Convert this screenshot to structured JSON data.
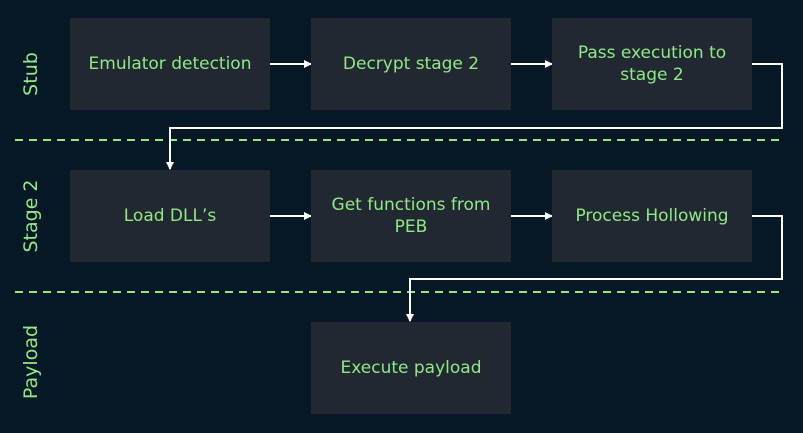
{
  "lanes": [
    {
      "label": "Stub"
    },
    {
      "label": "Stage 2"
    },
    {
      "label": "Payload"
    }
  ],
  "boxes": {
    "emulator_detection": "Emulator detection",
    "decrypt_stage2": "Decrypt stage 2",
    "pass_execution": "Pass execution to stage 2",
    "load_dlls": "Load DLL’s",
    "get_functions": "Get functions from PEB",
    "process_hollowing": "Process Hollowing",
    "execute_payload": "Execute payload"
  },
  "colors": {
    "background": "#061826",
    "box_fill": "#222831",
    "text": "#8FEA86",
    "arrow": "#FFFFFF",
    "divider": "#8FEA86"
  }
}
